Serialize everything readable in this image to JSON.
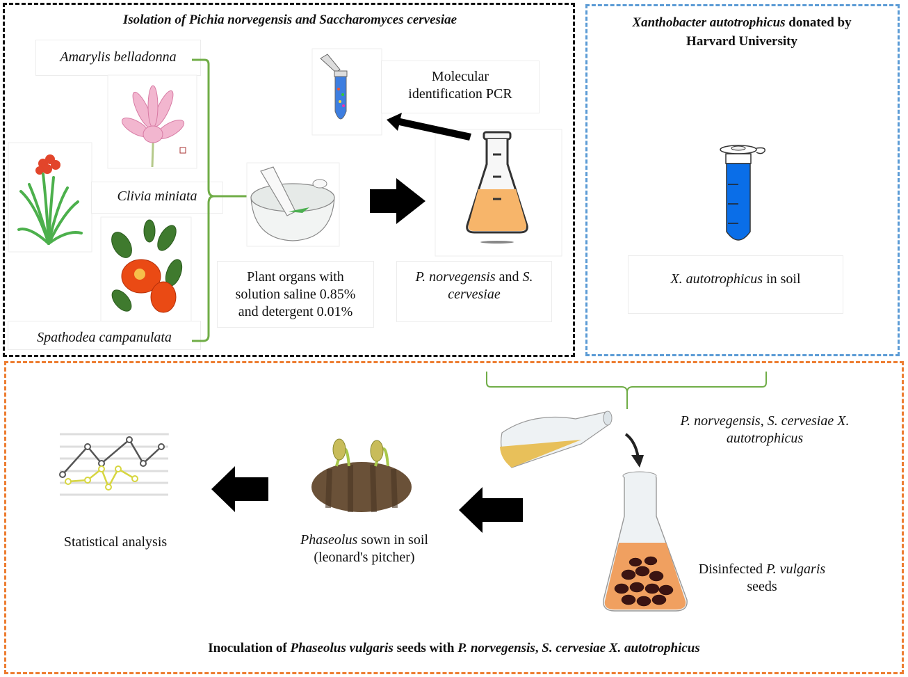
{
  "panels": {
    "isolation": {
      "title": "Isolation of Pichia norvegensis and Saccharomyces cervesiae",
      "plants": [
        "Amarylis belladonna",
        "Clivia miniata",
        "Spathodea campanulata"
      ],
      "pcr": {
        "line1": "Molecular",
        "line2": "identification PCR"
      },
      "mortar": {
        "line1": "Plant organs with",
        "line2": "solution saline 0.85%",
        "line3": "and detergent 0.01%"
      },
      "flask": {
        "italic1": "P. norvegensis",
        "plain": " and ",
        "italic2": "S.",
        "italic3": "cervesiae"
      }
    },
    "xantho": {
      "title_italic": "Xanthobacter autotrophicus",
      "title_plain": " donated by",
      "title_line2": "Harvard University",
      "tube_label_italic": "X. autotrophicus",
      "tube_label_plain": " in soil"
    },
    "inoculation": {
      "mix_italic1": "P. norvegensis",
      "mix_sep": ", ",
      "mix_italic2": "S. cervesiae X.",
      "mix_italic3": "autotrophicus",
      "seeds_plain": "Disinfected ",
      "seeds_italic": "P. vulgaris",
      "seeds_line2": "seeds",
      "sown_italic": "Phaseolus",
      "sown_plain": " sown in soil",
      "sown_line2": "(leonard's pitcher)",
      "stats": "Statistical analysis",
      "caption_a": "Inoculation of ",
      "caption_b": "Phaseolus vulgaris",
      "caption_c": " seeds with ",
      "caption_d": "P. norvegensis",
      "caption_e": ", ",
      "caption_f": "S. cervesiae X. autotrophicus"
    }
  },
  "colors": {
    "bracket": "#70ad47",
    "tube_blue": "#0a6ee8",
    "flask_orange": "#f7b56a",
    "panel_black": "#111111",
    "panel_blue": "#5b9bd5",
    "panel_orange": "#ed7d31"
  }
}
